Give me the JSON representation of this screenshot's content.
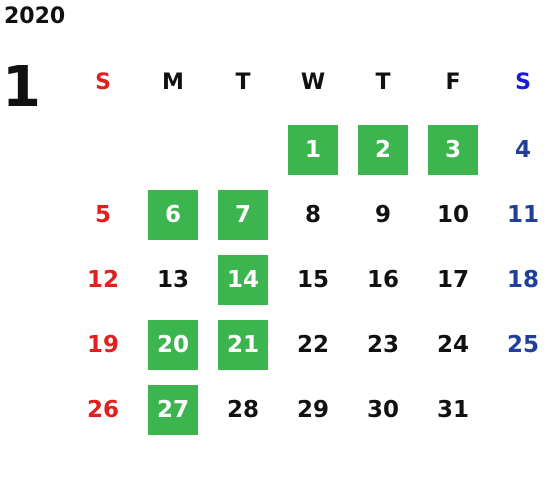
{
  "year": "2020",
  "month": "1",
  "colors": {
    "sunday": "#e0201e",
    "saturday_header": "#1b1bd6",
    "saturday": "#1f3f9a",
    "weekday": "#111111",
    "highlight_bg": "#3cb54e",
    "highlight_text": "#ffffff"
  },
  "weekdays": [
    "S",
    "M",
    "T",
    "W",
    "T",
    "F",
    "S"
  ],
  "weeks": [
    [
      {
        "day": ""
      },
      {
        "day": ""
      },
      {
        "day": ""
      },
      {
        "day": "1",
        "highlighted": true
      },
      {
        "day": "2",
        "highlighted": true
      },
      {
        "day": "3",
        "highlighted": true
      },
      {
        "day": "4"
      }
    ],
    [
      {
        "day": "5"
      },
      {
        "day": "6",
        "highlighted": true
      },
      {
        "day": "7",
        "highlighted": true
      },
      {
        "day": "8"
      },
      {
        "day": "9"
      },
      {
        "day": "10"
      },
      {
        "day": "11"
      }
    ],
    [
      {
        "day": "12"
      },
      {
        "day": "13"
      },
      {
        "day": "14",
        "highlighted": true
      },
      {
        "day": "15"
      },
      {
        "day": "16"
      },
      {
        "day": "17"
      },
      {
        "day": "18"
      }
    ],
    [
      {
        "day": "19"
      },
      {
        "day": "20",
        "highlighted": true
      },
      {
        "day": "21",
        "highlighted": true
      },
      {
        "day": "22"
      },
      {
        "day": "23"
      },
      {
        "day": "24"
      },
      {
        "day": "25"
      }
    ],
    [
      {
        "day": "26"
      },
      {
        "day": "27",
        "highlighted": true
      },
      {
        "day": "28"
      },
      {
        "day": "29"
      },
      {
        "day": "30"
      },
      {
        "day": "31"
      },
      {
        "day": ""
      }
    ]
  ]
}
